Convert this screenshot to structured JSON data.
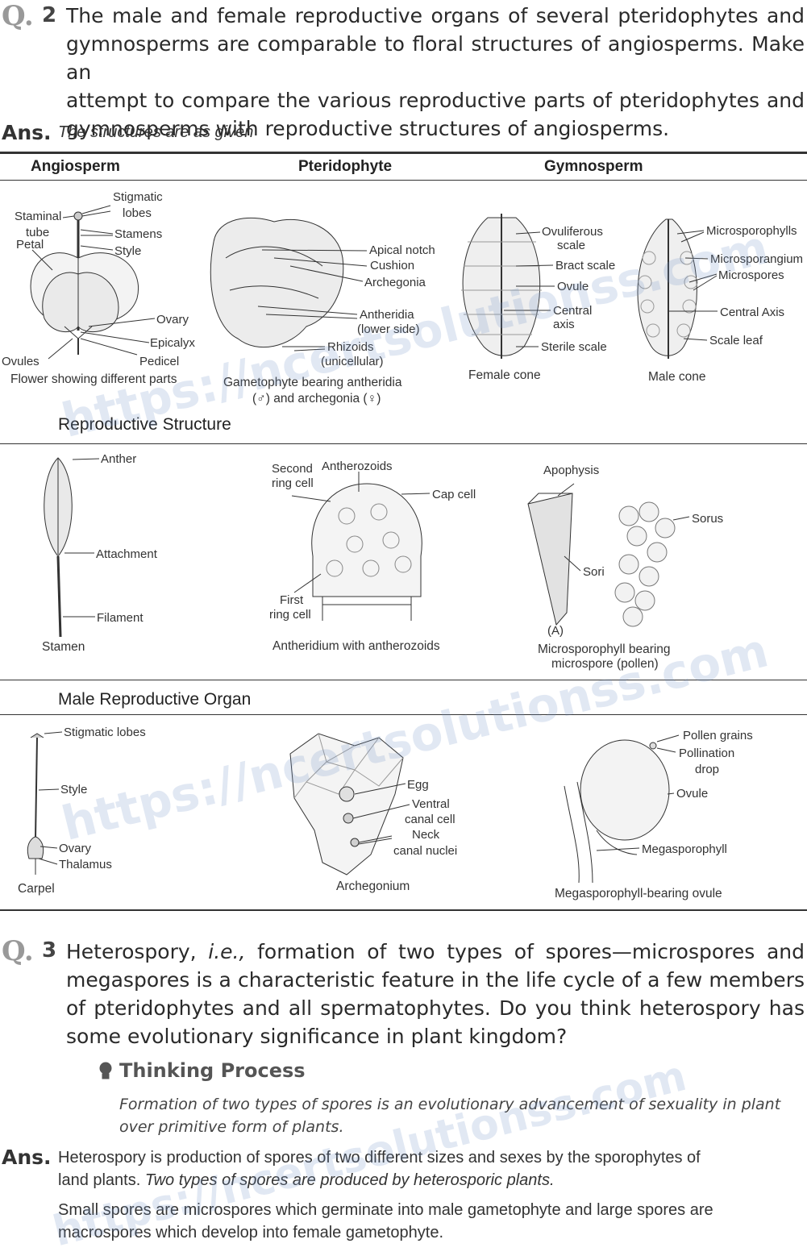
{
  "q2": {
    "mark": "Q.",
    "number": "2",
    "lines": [
      "The male and female reproductive organs of several pteridophytes and",
      "gymnosperms are comparable to floral structures of angiosperms. Make an",
      "attempt to compare the various reproductive parts of pteridophytes and",
      "gymnosperms with reproductive structures of angiosperms."
    ]
  },
  "ans2": {
    "label": "Ans.",
    "text": "The structures are as given"
  },
  "table": {
    "headers": [
      "Angiosperm",
      "Pteridophyte",
      "Gymnosperm"
    ],
    "row1": {
      "flower_labels": [
        "Staminal",
        "tube",
        "Petal",
        "Stigmatic",
        "lobes",
        "Stamens",
        "Style",
        "Ovary",
        "Epicalyx",
        "Ovules",
        "Pedicel"
      ],
      "flower_caption": "Flower showing different parts",
      "gametophyte_labels": [
        "Apical notch",
        "Cushion",
        "Archegonia",
        "Antheridia",
        "(lower side)",
        "Rhizoids",
        "(unicellular)"
      ],
      "gametophyte_caption_1": "Gametophyte bearing antheridia",
      "gametophyte_caption_2": "(♂) and archegonia (♀)",
      "female_cone_labels": [
        "Ovuliferous",
        "scale",
        "Bract scale",
        "Ovule",
        "Central",
        "axis",
        "Sterile scale"
      ],
      "female_cone_caption": "Female cone",
      "male_cone_labels": [
        "Microsporophylls",
        "Microsporangium",
        "Microspores",
        "Central Axis",
        "Scale leaf"
      ],
      "male_cone_caption": "Male cone"
    },
    "section1": "Reproductive Structure",
    "row2": {
      "stamen_labels": [
        "Anther",
        "Attachment",
        "Filament"
      ],
      "stamen_caption": "Stamen",
      "antheridium_labels": [
        "Second",
        "ring cell",
        "Antherozoids",
        "Cap cell",
        "First",
        "ring cell"
      ],
      "antheridium_caption": "Antheridium with antherozoids",
      "micro_labels": [
        "Apophysis",
        "Sorus",
        "Sori",
        "(A)"
      ],
      "micro_caption_1": "Microsporophyll bearing",
      "micro_caption_2": "microspore (pollen)"
    },
    "section2": "Male Reproductive Organ",
    "row3": {
      "carpel_labels": [
        "Stigmatic lobes",
        "Style",
        "Ovary",
        "Thalamus"
      ],
      "carpel_caption": "Carpel",
      "archegonium_labels": [
        "Egg",
        "Ventral",
        "canal cell",
        "Neck",
        "canal nuclei"
      ],
      "archegonium_caption": "Archegonium",
      "mega_labels": [
        "Pollen grains",
        "Pollination",
        "drop",
        "Ovule",
        "Megasporophyll"
      ],
      "mega_caption": "Megasporophyll-bearing ovule"
    }
  },
  "q3": {
    "mark": "Q.",
    "number": "3",
    "line1_a": "Heterospory,",
    "line1_b": "i.e.,",
    "line1_c": "formation of two types of spores—microspores and",
    "lines": [
      "megaspores is a characteristic feature in the life cycle of a few members",
      "of pteridophytes and all spermatophytes. Do you think heterospory has",
      "some evolutionary significance in plant kingdom?"
    ]
  },
  "thinking": {
    "title": "Thinking Process",
    "lines": [
      "Formation of two types of spores is an evolutionary advancement of sexuality in plant",
      "over primitive form of plants."
    ]
  },
  "ans3": {
    "label": "Ans.",
    "p1_a": "Heterospory is production of spores of two different sizes and sexes by the sporophytes of",
    "p1_b": "land plants.",
    "p1_c": "Two types of spores are produced by heterosporic plants.",
    "p2_a": "Small spores are microspores which germinate into male gametophyte and large spores are",
    "p2_b": "macrospores which develop into female gametophyte."
  },
  "watermark": "https://ncertsolutionss.com"
}
